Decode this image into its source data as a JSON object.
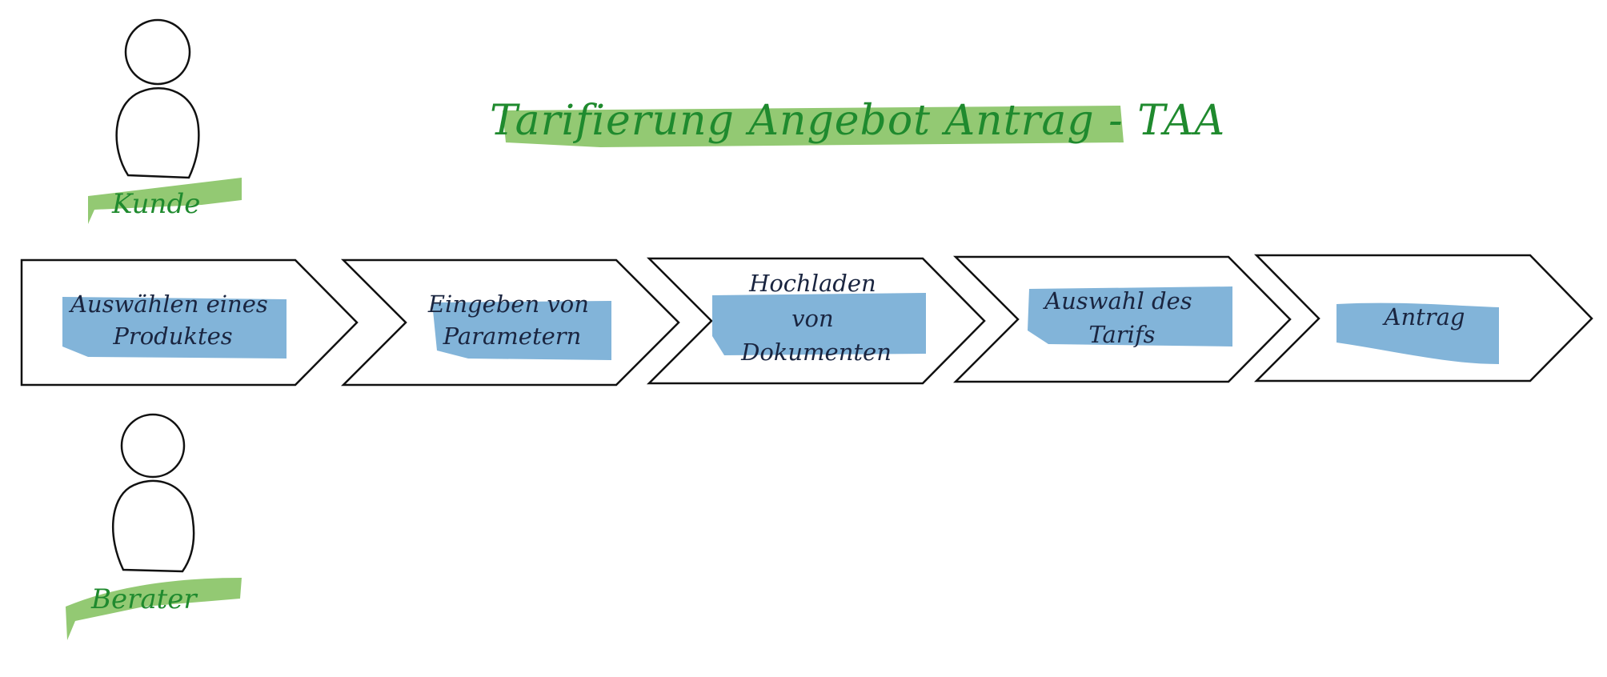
{
  "title": "Tarifierung Angebot Antrag - TAA",
  "actors": {
    "customer": "Kunde",
    "advisor": "Berater"
  },
  "steps": [
    {
      "lines": [
        "Auswählen eines",
        "Produktes"
      ]
    },
    {
      "lines": [
        "Eingeben von",
        "Parametern"
      ]
    },
    {
      "lines": [
        "Hochladen",
        "von",
        "Dokumenten"
      ]
    },
    {
      "lines": [
        "Auswahl des",
        "Tarifs"
      ]
    },
    {
      "lines": [
        "Antrag"
      ]
    }
  ],
  "colors": {
    "highlight_green": "#8dc66c",
    "highlight_blue": "#7eb2d8",
    "text_green": "#1f8a2e",
    "text_dark": "#1a2540",
    "outline": "#111111"
  }
}
